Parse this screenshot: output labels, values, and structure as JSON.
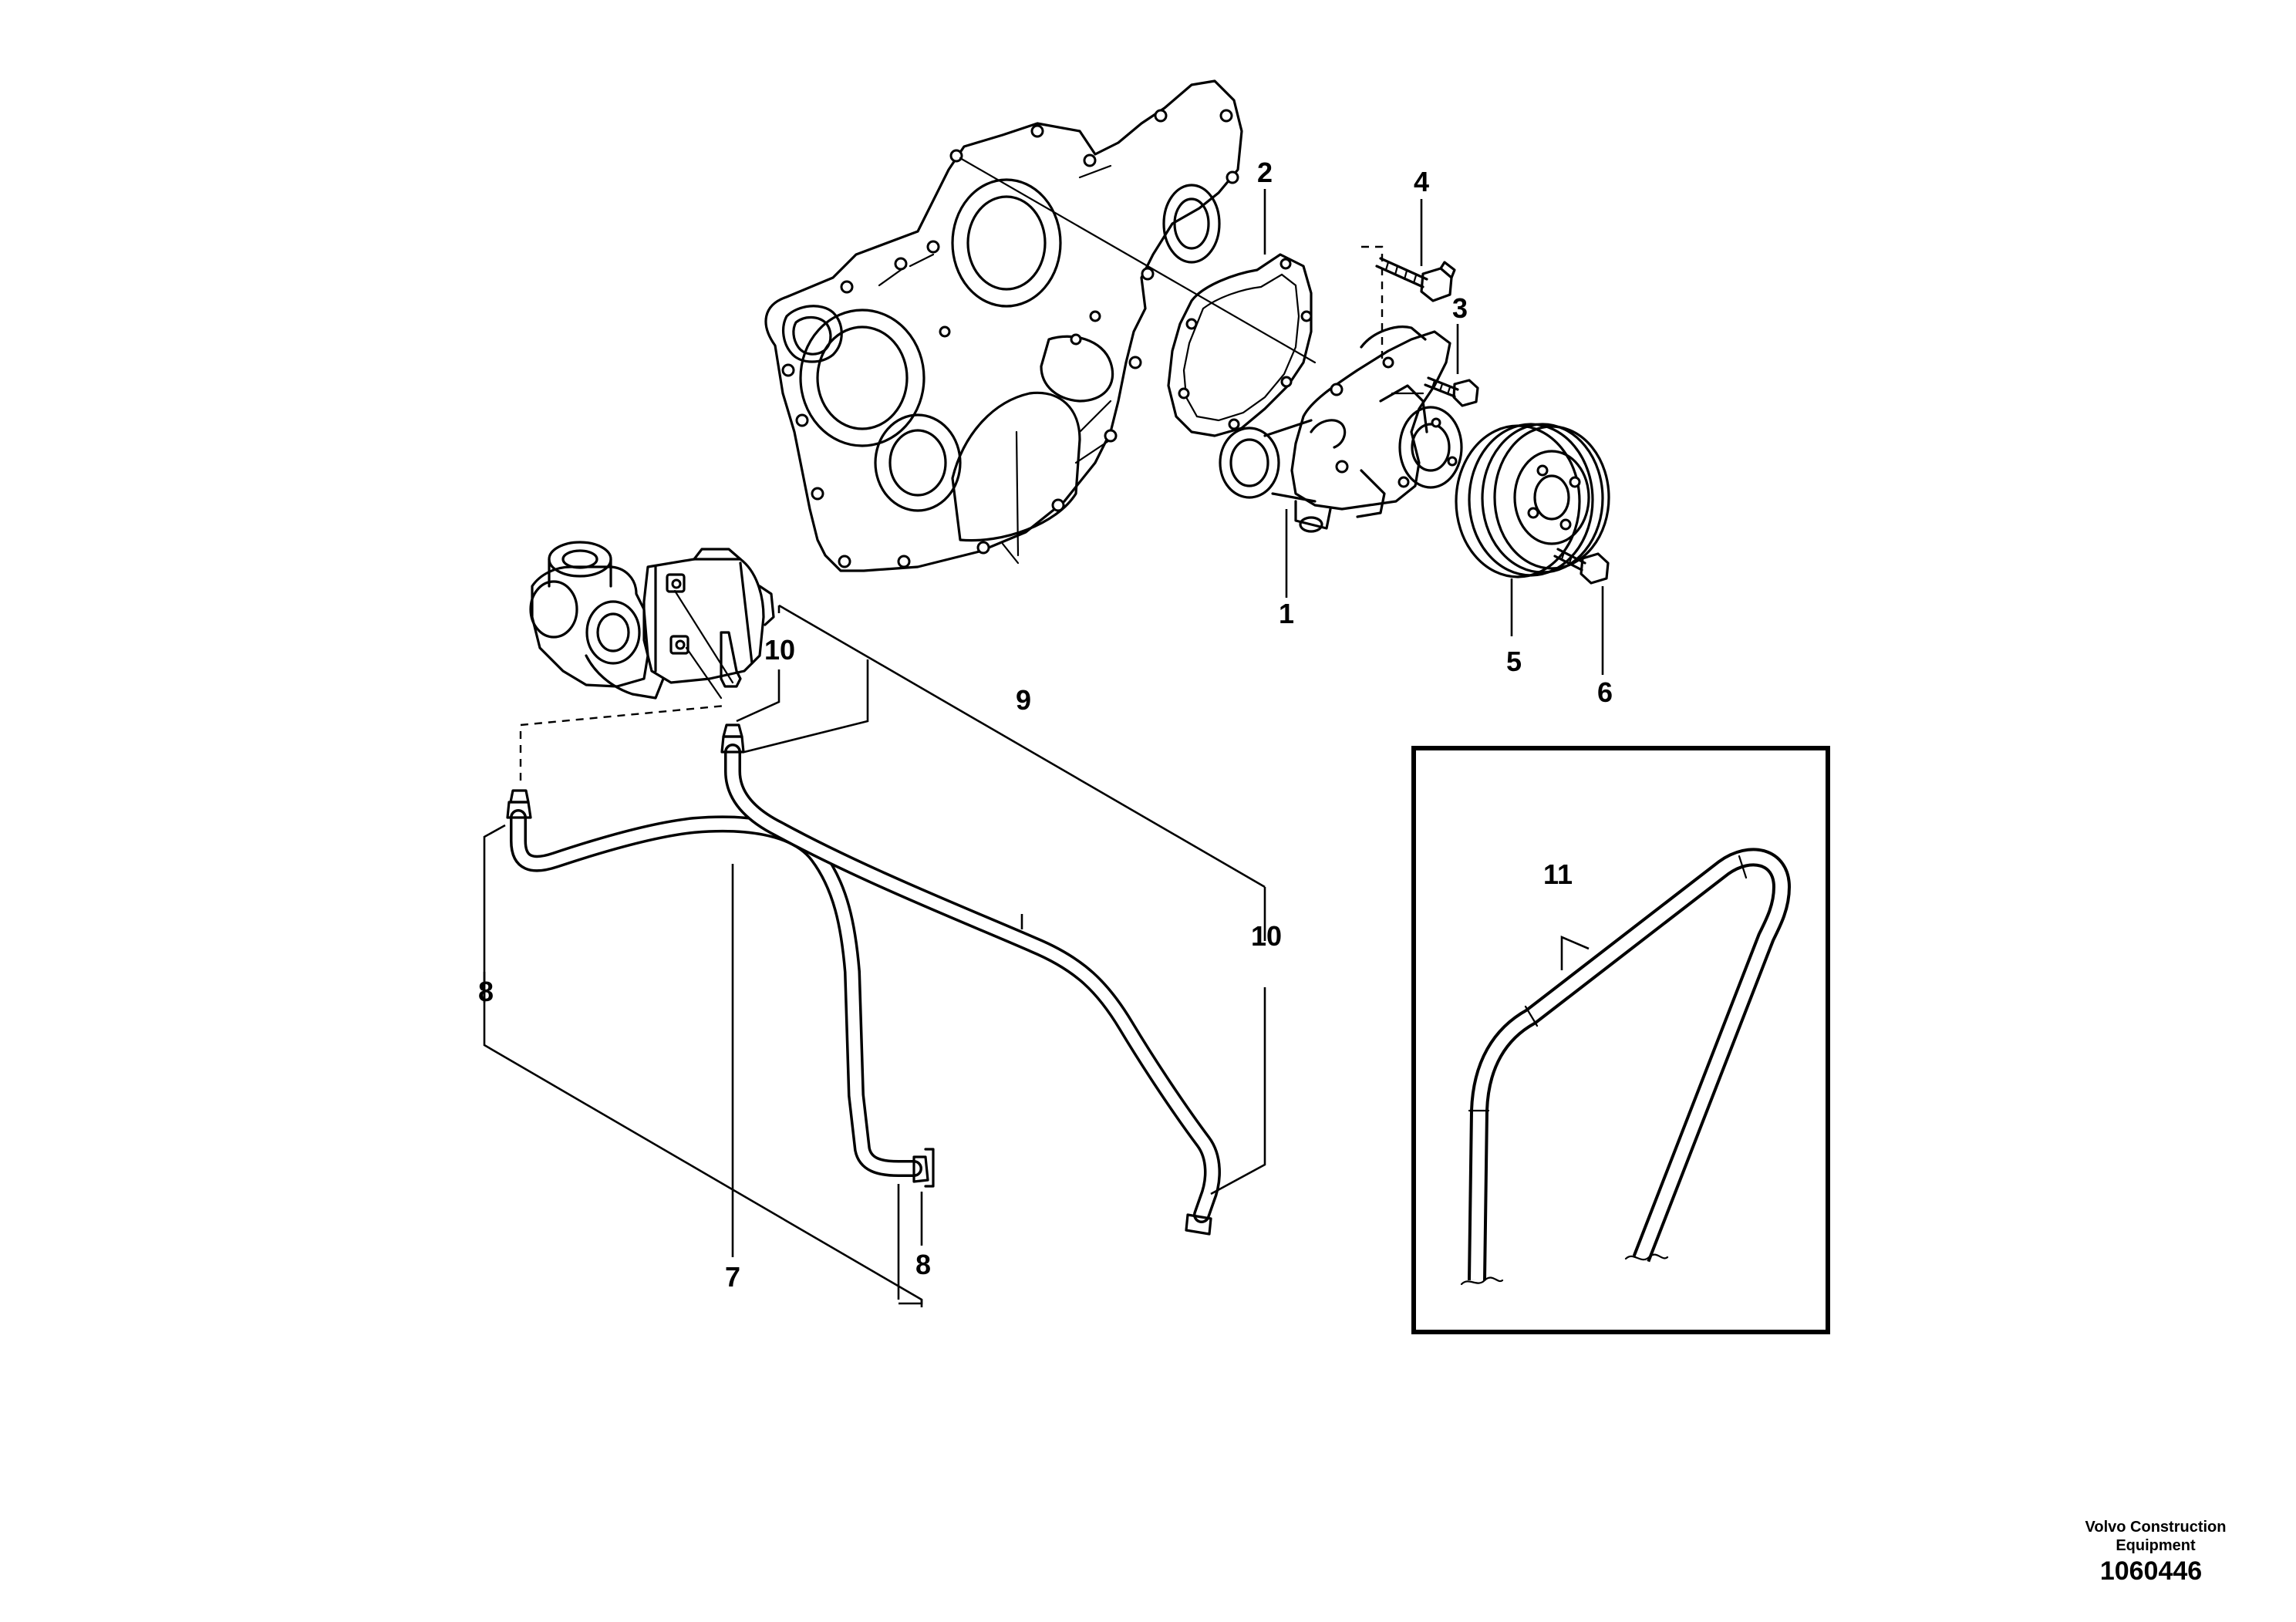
{
  "callouts": {
    "c1": "1",
    "c2": "2",
    "c3": "3",
    "c4": "4",
    "c5": "5",
    "c6": "6",
    "c7": "7",
    "c8a": "8",
    "c8b": "8",
    "c9": "9",
    "c10a": "10",
    "c10b": "10",
    "c11": "11"
  },
  "footer": {
    "brand": "Volvo Construction Equipment",
    "document_number": "1060446"
  }
}
